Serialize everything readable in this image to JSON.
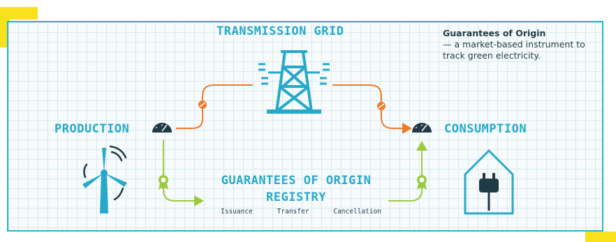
{
  "colors": {
    "accent": "#26a9c9",
    "orange": "#ef7b2a",
    "green": "#9cc93d",
    "dark": "#1f3a44",
    "frame": "#2ab3c4"
  },
  "labels": {
    "transmission": "TRANSMISSION GRID",
    "production": "PRODUCTION",
    "consumption": "CONSUMPTION",
    "registry": "GUARANTEES OF ORIGIN REGISTRY"
  },
  "registry_steps": [
    "Issuance",
    "Transfer",
    "Cancellation"
  ],
  "info": {
    "title": "Guarantees of Origin",
    "body": "— a market-based instrument to track green electricity."
  },
  "icons": [
    "wind-turbine-icon",
    "transmission-tower-icon",
    "meter-icon",
    "certificate-icon",
    "house-plug-icon"
  ]
}
